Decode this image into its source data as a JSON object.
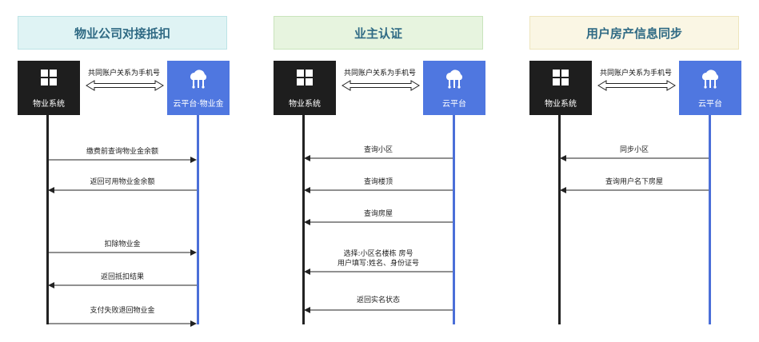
{
  "panels": [
    {
      "title": "物业公司对接抵扣",
      "title_bg": "#dff3f4",
      "title_border": "#bde3e6",
      "left_actor": "物业系统",
      "right_actor": "云平台·物业金",
      "link_label": "共同账户关系为手机号",
      "messages": [
        {
          "text": "缴费前查询物业金余额",
          "direction": "right"
        },
        {
          "text": "返回可用物业金余额",
          "direction": "left"
        },
        {
          "text": "扣除物业金",
          "direction": "right"
        },
        {
          "text": "返回抵扣结果",
          "direction": "left"
        },
        {
          "text": "支付失败退回物业金",
          "direction": "right"
        }
      ]
    },
    {
      "title": "业主认证",
      "title_bg": "#e7f4df",
      "title_border": "#c9e4bc",
      "left_actor": "物业系统",
      "right_actor": "云平台",
      "link_label": "共同账户关系为手机号",
      "messages": [
        {
          "text": "查询小区",
          "direction": "left"
        },
        {
          "text": "查询楼顶",
          "direction": "left"
        },
        {
          "text": "查询房屋",
          "direction": "left"
        },
        {
          "text": "选择:小区名楼栋 房号",
          "text2": "用户填写:姓名、身份证号",
          "direction": "left"
        },
        {
          "text": "返回实名状态",
          "direction": "left"
        }
      ]
    },
    {
      "title": "用户房产信息同步",
      "title_bg": "#faf6e4",
      "title_border": "#eee5bd",
      "left_actor": "物业系统",
      "right_actor": "云平台",
      "link_label": "共同账户关系为手机号",
      "messages": [
        {
          "text": "同步小区",
          "direction": "left"
        },
        {
          "text": "查询用户名下房屋",
          "direction": "left"
        }
      ]
    }
  ],
  "colors": {
    "left_actor": "#1e1e1e",
    "right_actor": "#4f77e0",
    "left_line": "#222222",
    "right_line": "#4b6fd8"
  },
  "icons": {
    "left_actor": "grid-icon",
    "right_actor": "cloud-icon"
  }
}
